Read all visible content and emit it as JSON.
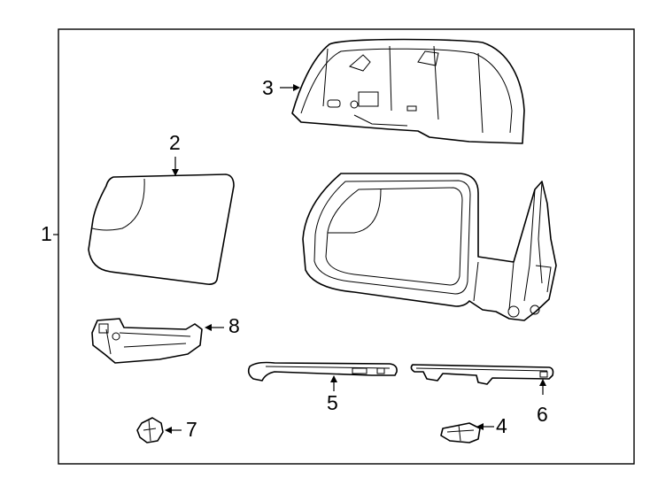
{
  "callouts": {
    "c1": "1",
    "c2": "2",
    "c3": "3",
    "c4": "4",
    "c5": "5",
    "c6": "6",
    "c7": "7",
    "c8": "8"
  },
  "parts": [
    "mirror-assembly",
    "mirror-glass",
    "mirror-cover",
    "clip",
    "trim-strip",
    "molding",
    "push-pin",
    "turn-signal-lamp"
  ]
}
